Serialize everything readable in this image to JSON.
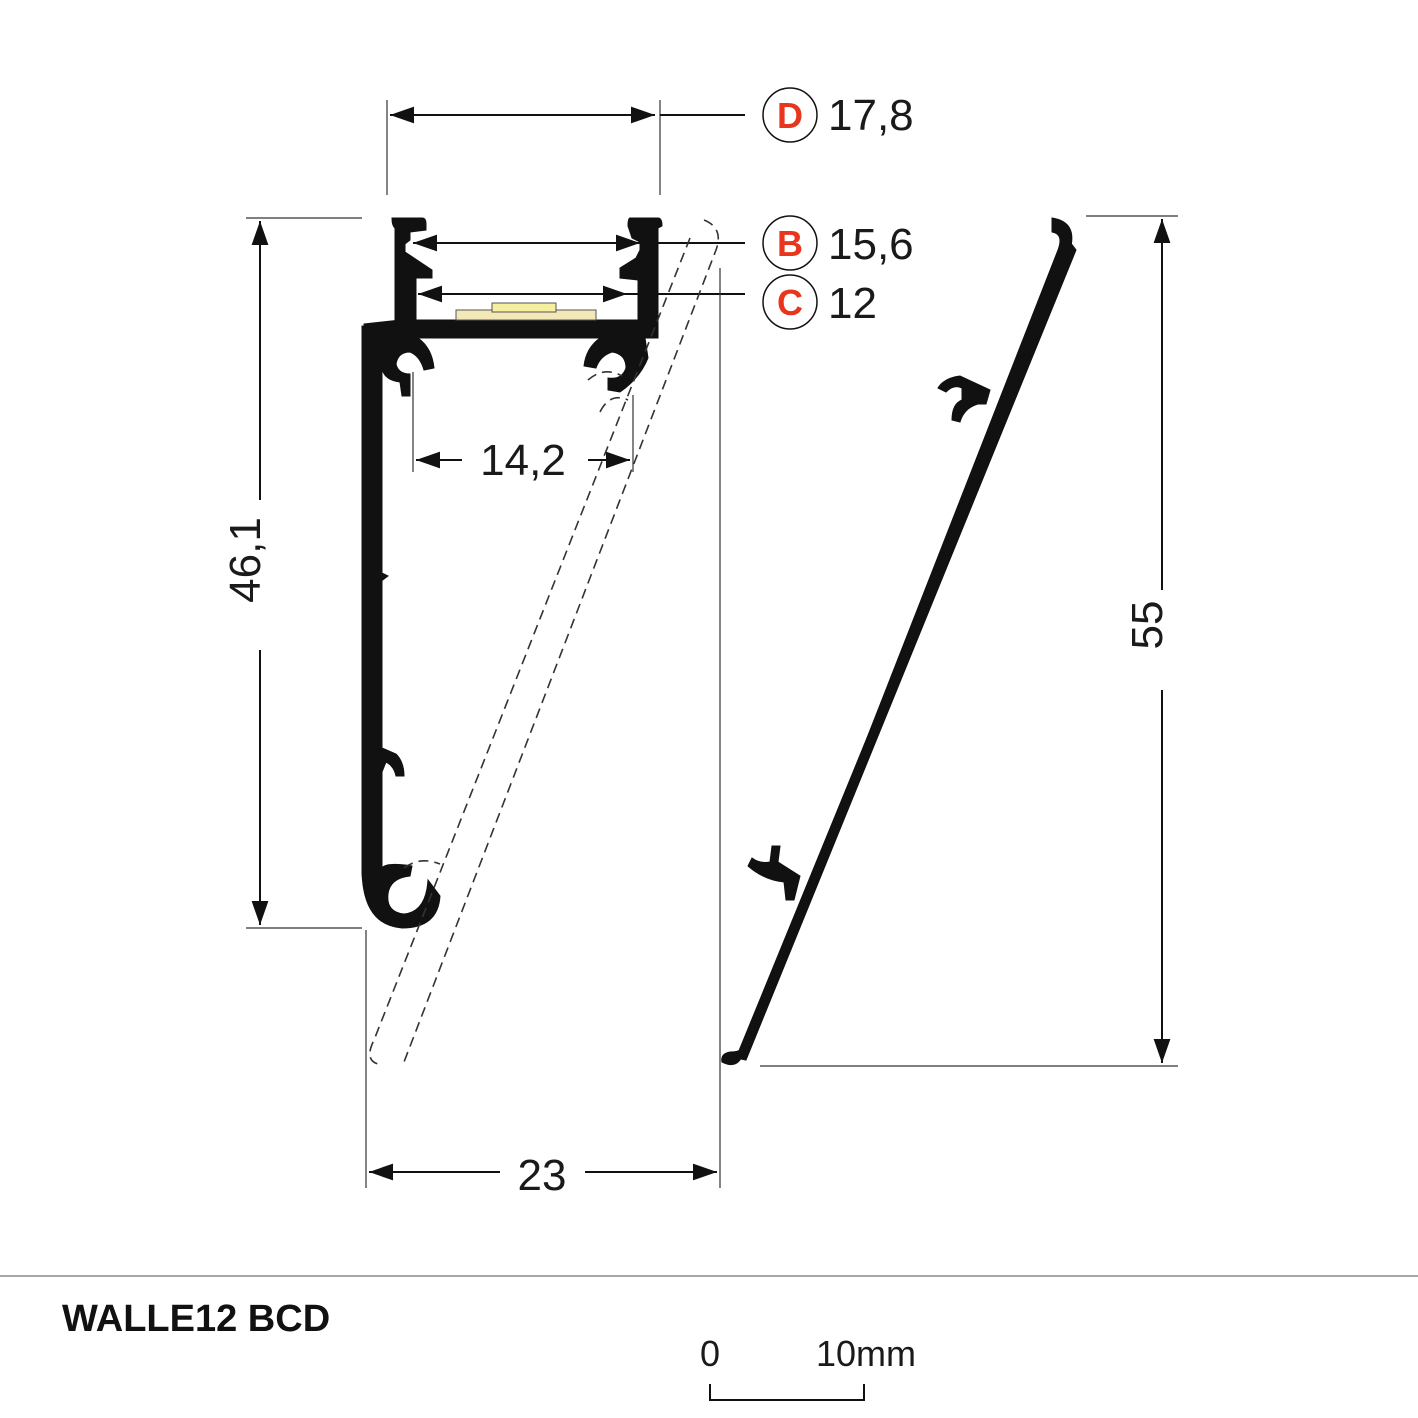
{
  "product": {
    "name": "WALLE12 BCD"
  },
  "dimensions": {
    "D": {
      "tag": "D",
      "value": "17,8"
    },
    "B": {
      "tag": "B",
      "value": "15,6"
    },
    "C": {
      "tag": "C",
      "value": "12"
    },
    "inner_width": "14,2",
    "profile_height": "46,1",
    "cover_height": "55",
    "total_width": "23"
  },
  "scale_bar": {
    "start_label": "0",
    "end_label": "10mm"
  },
  "colors": {
    "line": "#111111",
    "tag_accent": "#e8361e",
    "led_strip": "#f3e9b8",
    "led_chip": "#f5f0a0",
    "dashed": "#333333"
  }
}
